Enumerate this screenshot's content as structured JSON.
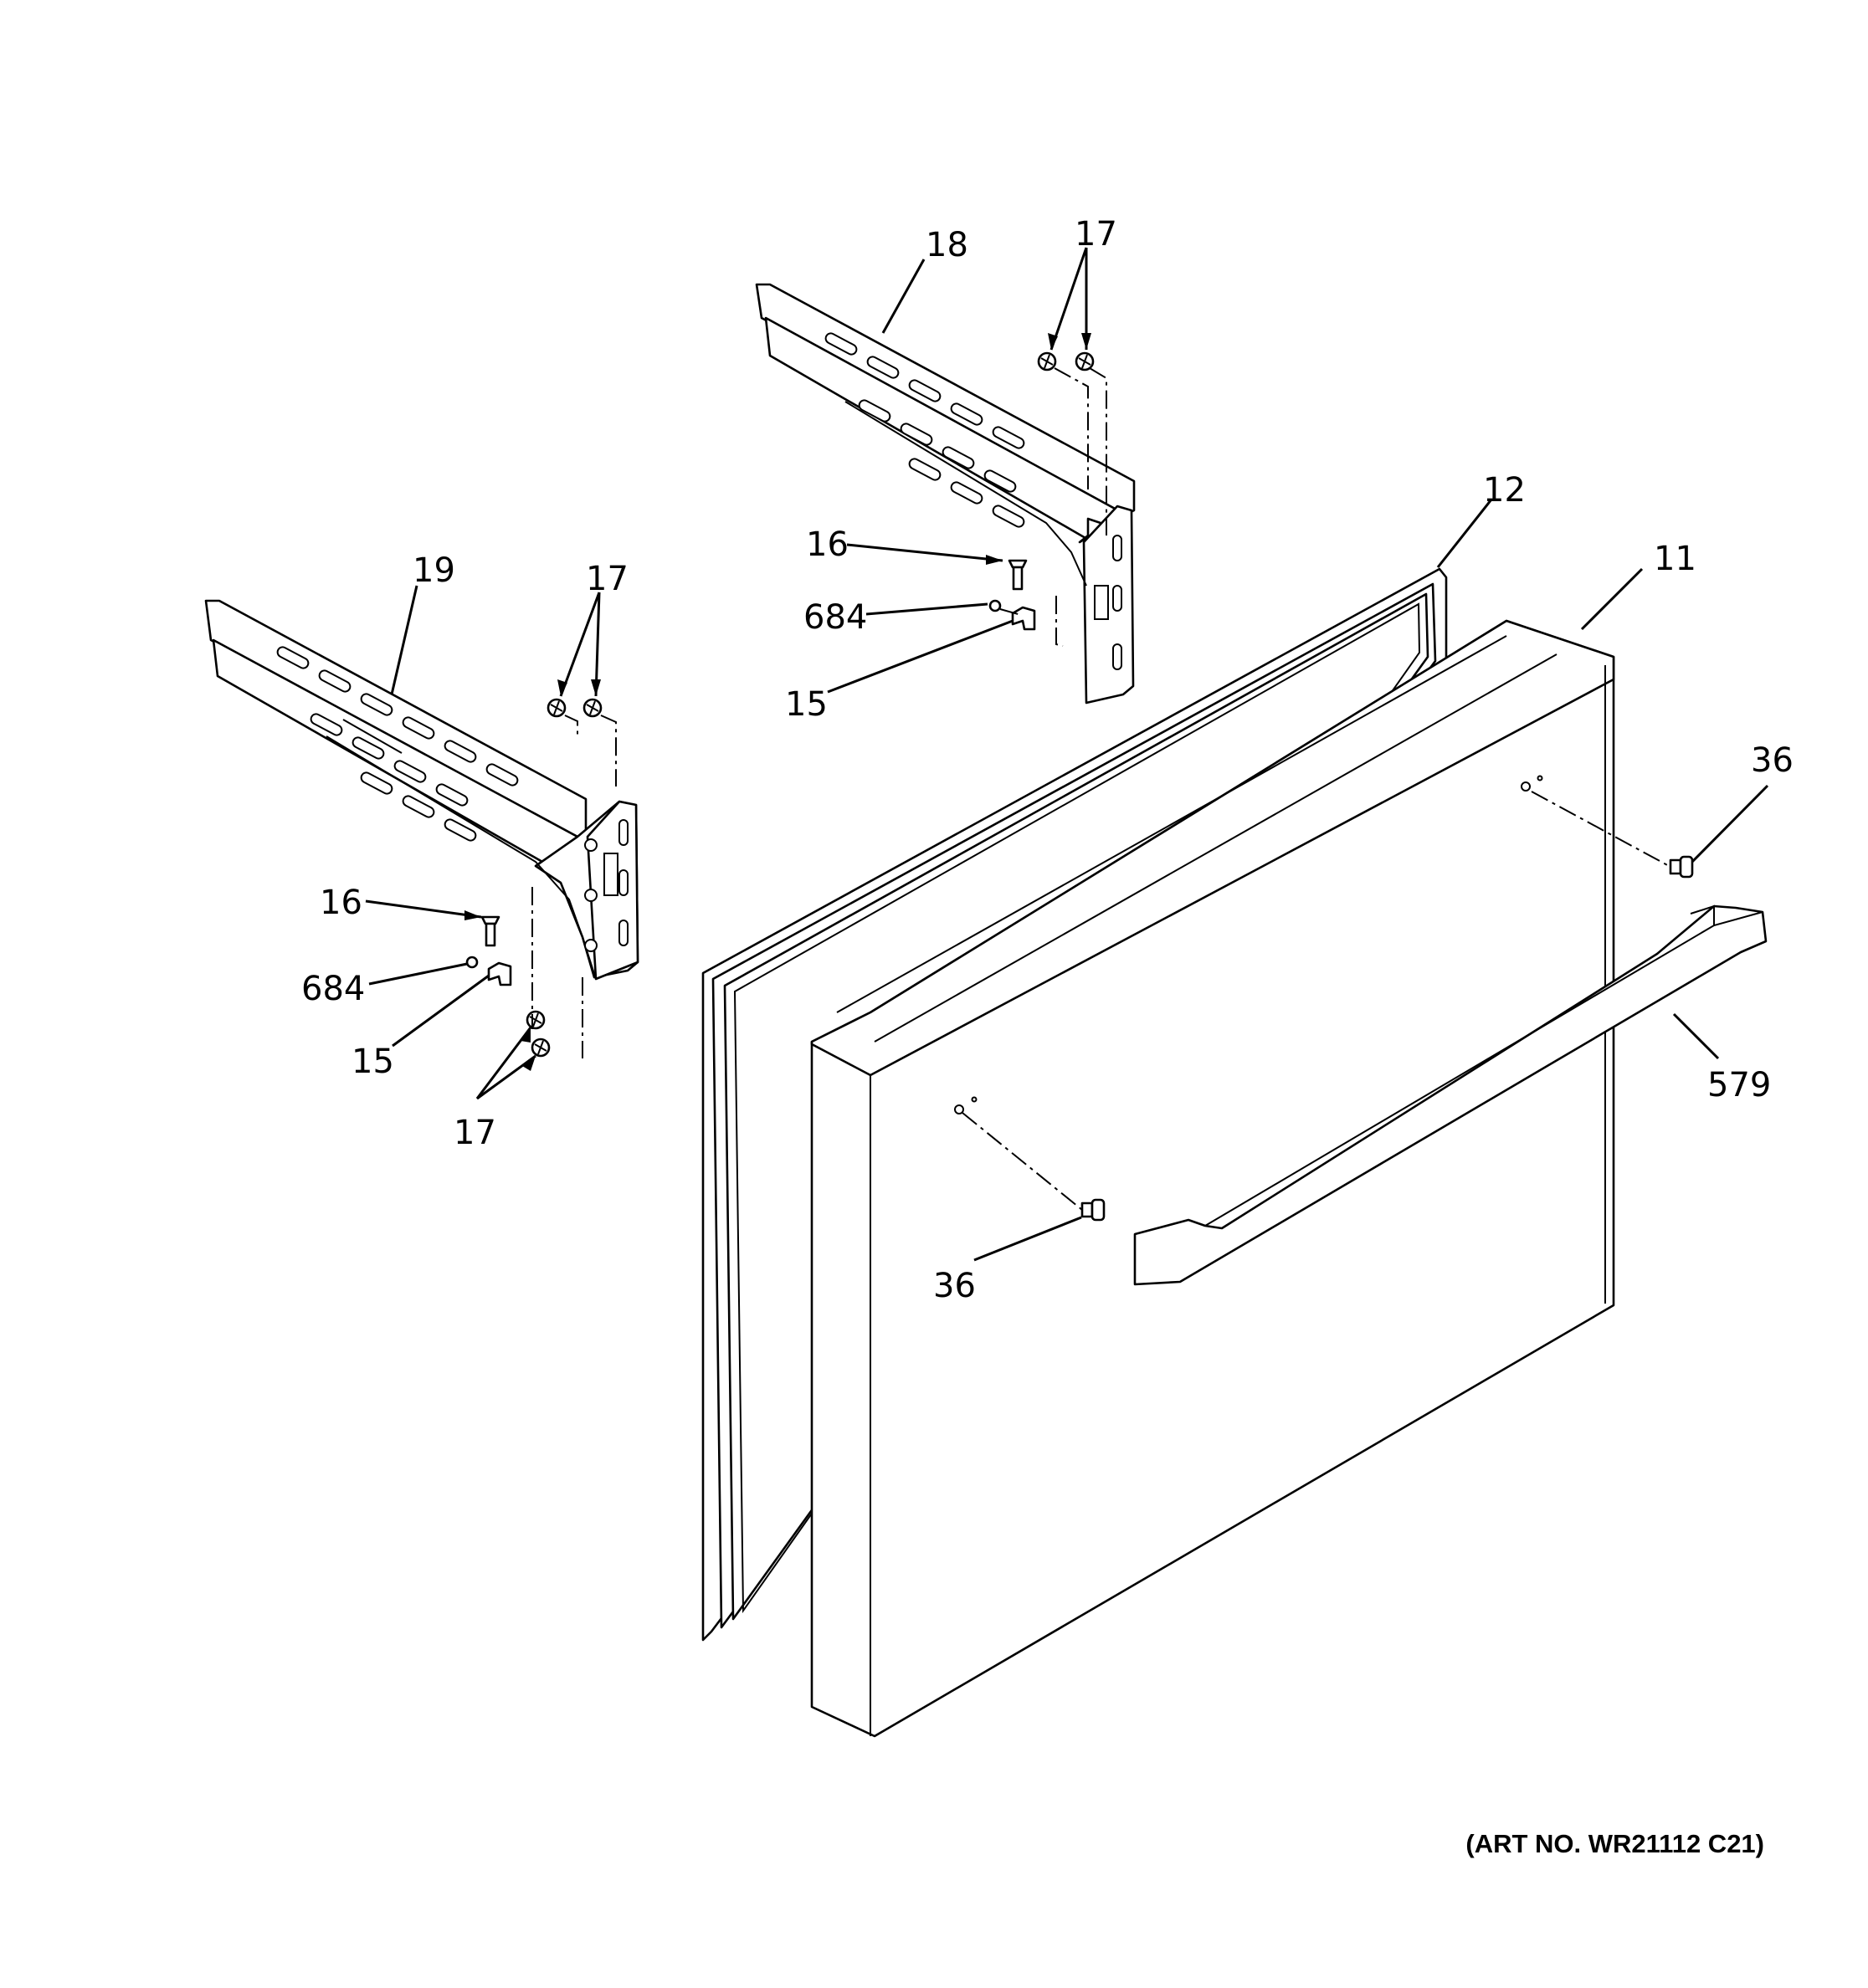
{
  "callouts": {
    "bracket_right": "18",
    "screws_top_right": "17",
    "gasket": "12",
    "door": "11",
    "bracket_left": "19",
    "screws_top_left": "17",
    "screw_right": "16",
    "washer_right": "684",
    "clip_right": "15",
    "screw_left": "16",
    "washer_left": "684",
    "clip_left": "15",
    "screws_bottom_left": "17",
    "handle_screw_top": "36",
    "handle": "579",
    "handle_screw_bottom": "36"
  },
  "art_number": "(ART NO. WR21112 C21)"
}
